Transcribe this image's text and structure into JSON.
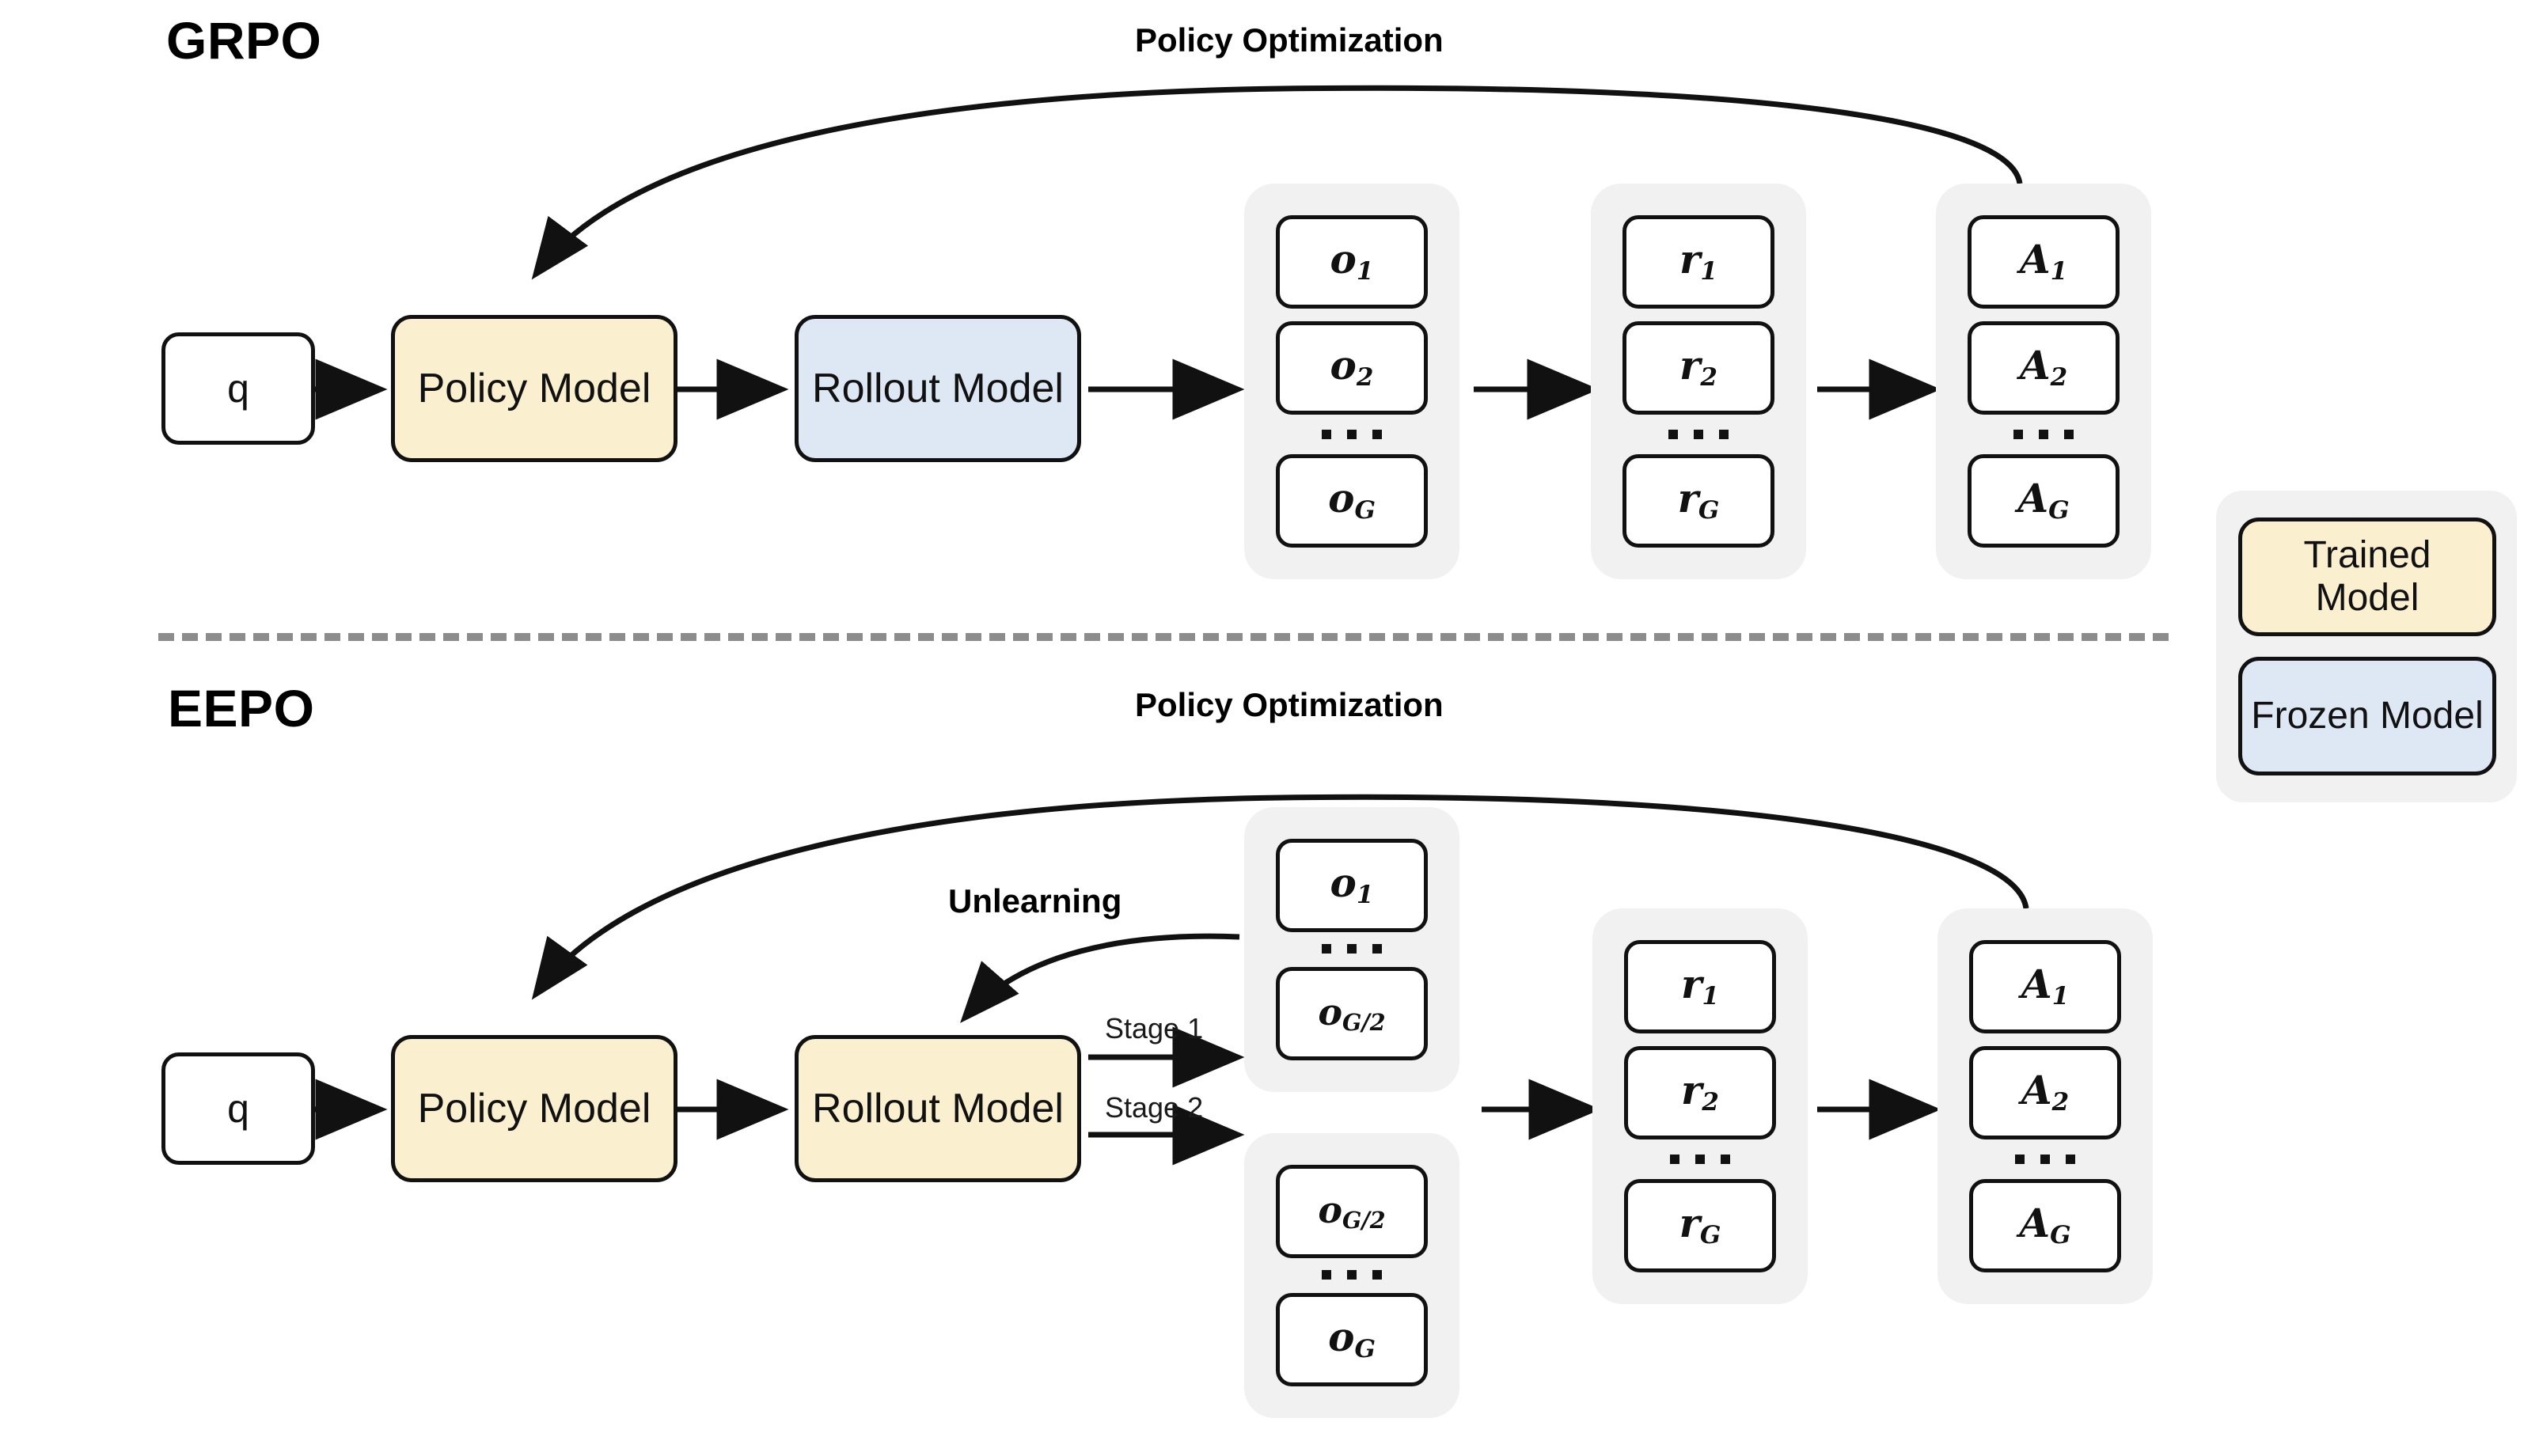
{
  "figure": {
    "sections": [
      {
        "id": "grpo",
        "title": "GRPO",
        "curve_caption": "Policy Optimization",
        "nodes": [
          {
            "id": "q",
            "label": "q",
            "style": "plain"
          },
          {
            "id": "policy",
            "label": "Policy Model",
            "style": "trained"
          },
          {
            "id": "rollout",
            "label": "Rollout Model",
            "style": "frozen"
          }
        ],
        "groups": [
          {
            "id": "outputs",
            "items": [
              "o1",
              "o2",
              "…",
              "oG"
            ]
          },
          {
            "id": "rewards",
            "items": [
              "r1",
              "r2",
              "…",
              "rG"
            ]
          },
          {
            "id": "advantages",
            "items": [
              "A1",
              "A2",
              "…",
              "AG"
            ]
          }
        ]
      },
      {
        "id": "eepo",
        "title": "EEPO",
        "curve_caption": "Policy Optimization",
        "unlearning_caption": "Unlearning",
        "stage_labels": [
          "Stage 1",
          "Stage 2"
        ],
        "nodes": [
          {
            "id": "q",
            "label": "q",
            "style": "plain"
          },
          {
            "id": "policy",
            "label": "Policy Model",
            "style": "trained"
          },
          {
            "id": "rollout",
            "label": "Rollout Model",
            "style": "trained"
          }
        ],
        "groups": [
          {
            "id": "outputs-stage1",
            "items": [
              "o1",
              "…",
              "oG/2"
            ]
          },
          {
            "id": "outputs-stage2",
            "items": [
              "oG/2",
              "…",
              "oG"
            ]
          },
          {
            "id": "rewards",
            "items": [
              "r1",
              "r2",
              "…",
              "rG"
            ]
          },
          {
            "id": "advantages",
            "items": [
              "A1",
              "A2",
              "…",
              "AG"
            ]
          }
        ]
      }
    ],
    "legend": {
      "items": [
        {
          "label": "Trained Model",
          "style": "trained",
          "color": "#FAEFCF"
        },
        {
          "label": "Frozen Model",
          "style": "frozen",
          "color": "#DEE8F5"
        }
      ]
    },
    "symbols": {
      "o1": {
        "base": "o",
        "sub": "1"
      },
      "o2": {
        "base": "o",
        "sub": "2"
      },
      "oG": {
        "base": "o",
        "sub": "G"
      },
      "oGh": {
        "base": "o",
        "sub": "G/2"
      },
      "r1": {
        "base": "r",
        "sub": "1"
      },
      "r2": {
        "base": "r",
        "sub": "2"
      },
      "rG": {
        "base": "r",
        "sub": "G"
      },
      "A1": {
        "base": "A",
        "sub": "1"
      },
      "A2": {
        "base": "A",
        "sub": "2"
      },
      "AG": {
        "base": "A",
        "sub": "G"
      }
    },
    "colors": {
      "trained": "#FAEFCF",
      "frozen": "#DEE8F5",
      "group_bg": "#F1F1F1",
      "stroke": "#111111",
      "divider": "#8C8C8C",
      "background": "#FFFFFF"
    }
  }
}
